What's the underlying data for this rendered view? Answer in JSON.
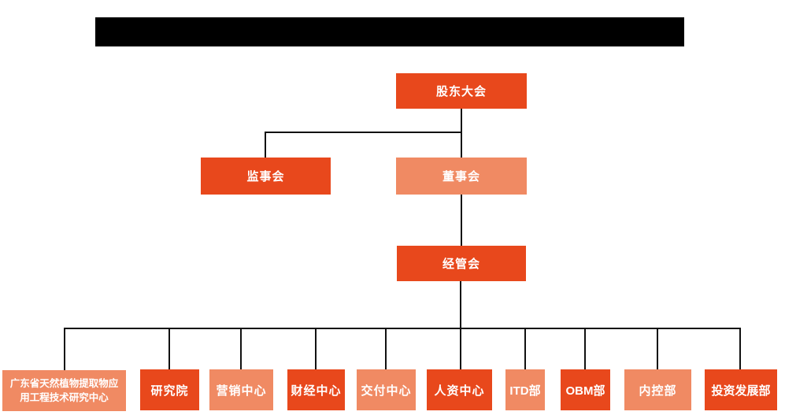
{
  "title_bar": {
    "redacted": true,
    "note_color": "#000000"
  },
  "colors": {
    "primary_orange": "#E8481C",
    "light_orange": "#F08A63",
    "connector_line": "#111111",
    "label_text": "#FFFFFF",
    "background": "#FFFFFF"
  },
  "org_chart": {
    "nodes": {
      "shareholders": {
        "label": "股东大会",
        "variant": "primary"
      },
      "supervisory": {
        "label": "监事会",
        "variant": "primary"
      },
      "board": {
        "label": "董事会",
        "variant": "light"
      },
      "management": {
        "label": "经管会",
        "variant": "primary"
      }
    },
    "departments": [
      {
        "label": "广东省天然植物提取物应用工程技术研究中心",
        "variant": "light"
      },
      {
        "label": "研究院",
        "variant": "primary"
      },
      {
        "label": "营销中心",
        "variant": "light"
      },
      {
        "label": "财经中心",
        "variant": "primary"
      },
      {
        "label": "交付中心",
        "variant": "light"
      },
      {
        "label": "人资中心",
        "variant": "primary"
      },
      {
        "label": "ITD部",
        "variant": "light"
      },
      {
        "label": "OBM部",
        "variant": "primary"
      },
      {
        "label": "内控部",
        "variant": "light"
      },
      {
        "label": "投资发展部",
        "variant": "primary"
      }
    ],
    "structure": [
      {
        "parent": "股东大会",
        "children": [
          "监事会",
          "董事会"
        ]
      },
      {
        "parent": "董事会",
        "children": [
          "经管会"
        ]
      },
      {
        "parent": "经管会",
        "children": [
          "广东省天然植物提取物应用工程技术研究中心",
          "研究院",
          "营销中心",
          "财经中心",
          "交付中心",
          "人资中心",
          "ITD部",
          "OBM部",
          "内控部",
          "投资发展部"
        ]
      }
    ]
  }
}
